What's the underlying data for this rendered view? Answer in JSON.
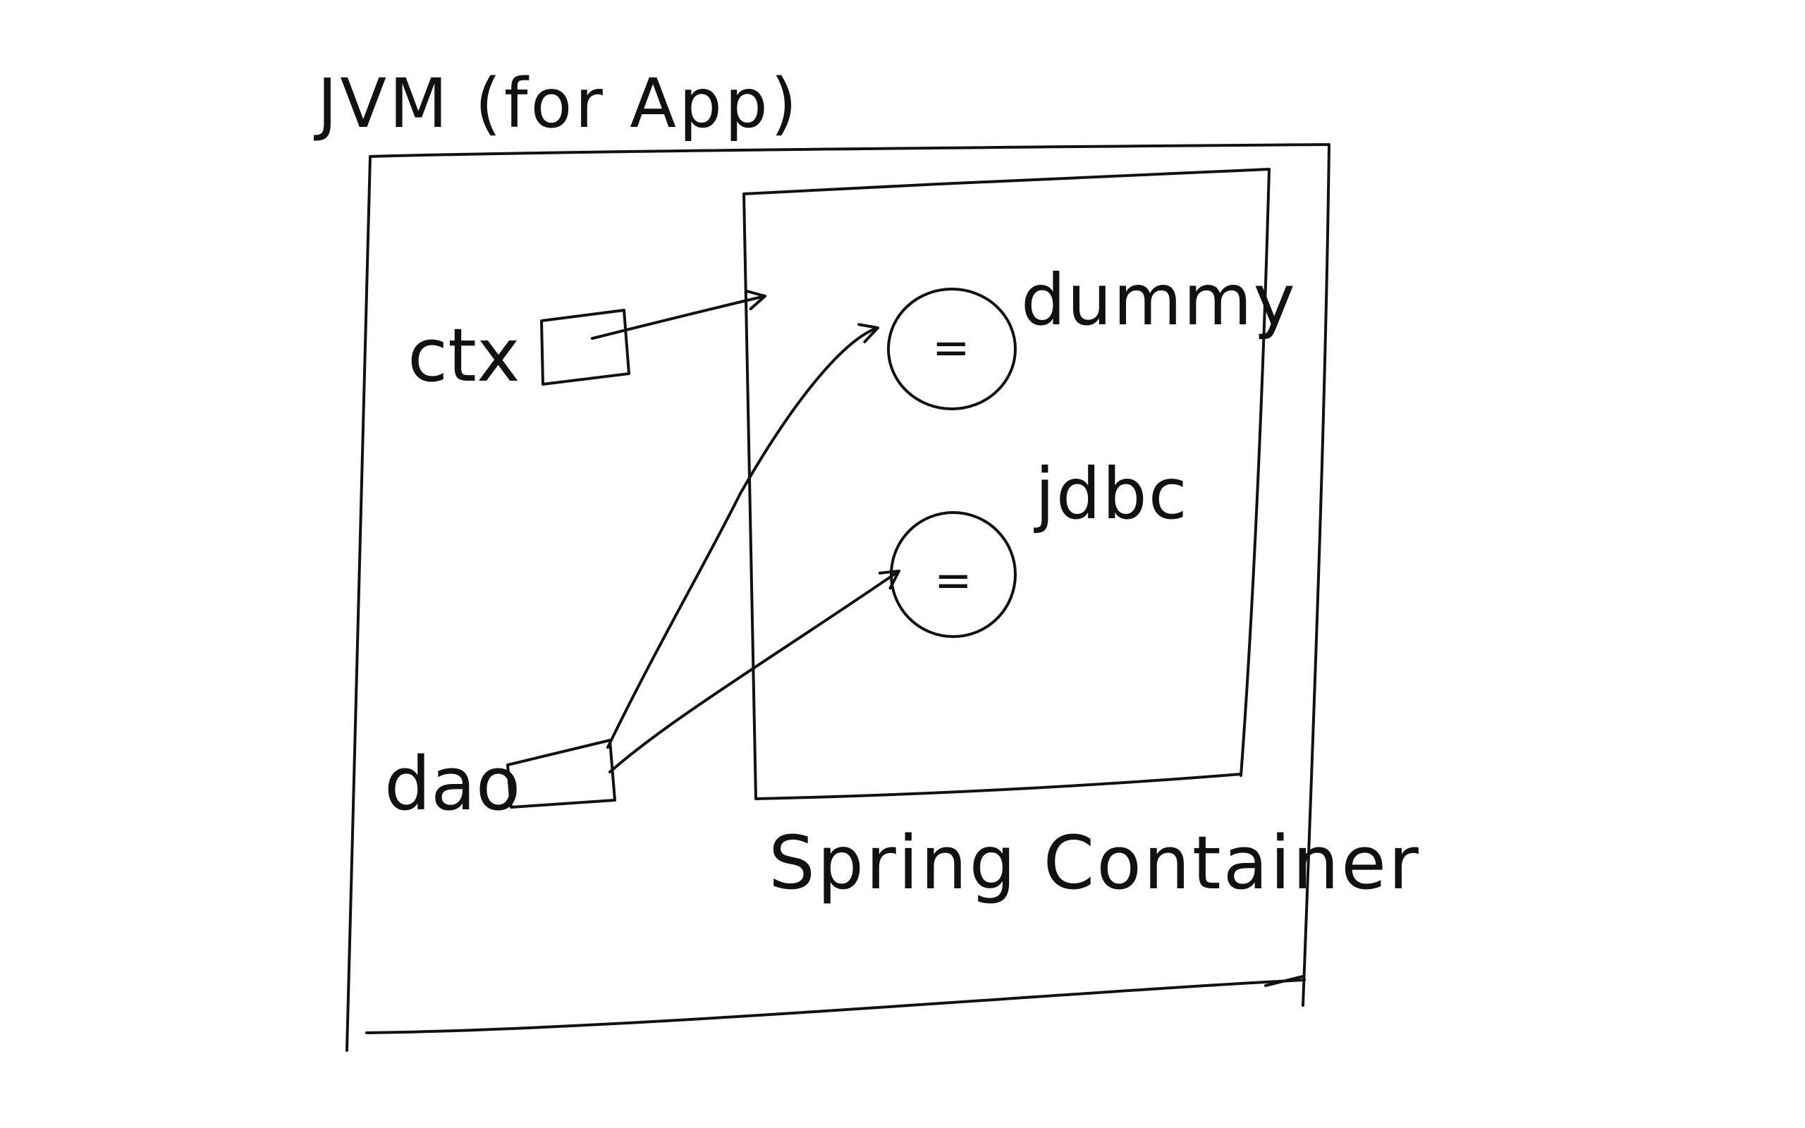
{
  "diagram": {
    "jvm": {
      "label": "JVM (for App)"
    },
    "container": {
      "label": "Spring Container"
    },
    "variables": [
      {
        "id": "ctx",
        "label": "ctx"
      },
      {
        "id": "dao",
        "label": "dao"
      }
    ],
    "beans": [
      {
        "id": "dummy",
        "label": "dummy",
        "symbol": "="
      },
      {
        "id": "jdbc",
        "label": "jdbc",
        "symbol": "="
      }
    ],
    "references": [
      {
        "from": "ctx",
        "to": "Spring Container"
      },
      {
        "from": "dao",
        "to": "dummy"
      },
      {
        "from": "dao",
        "to": "jdbc"
      }
    ],
    "colors": {
      "ink": "#111111",
      "background": "#ffffff"
    }
  }
}
